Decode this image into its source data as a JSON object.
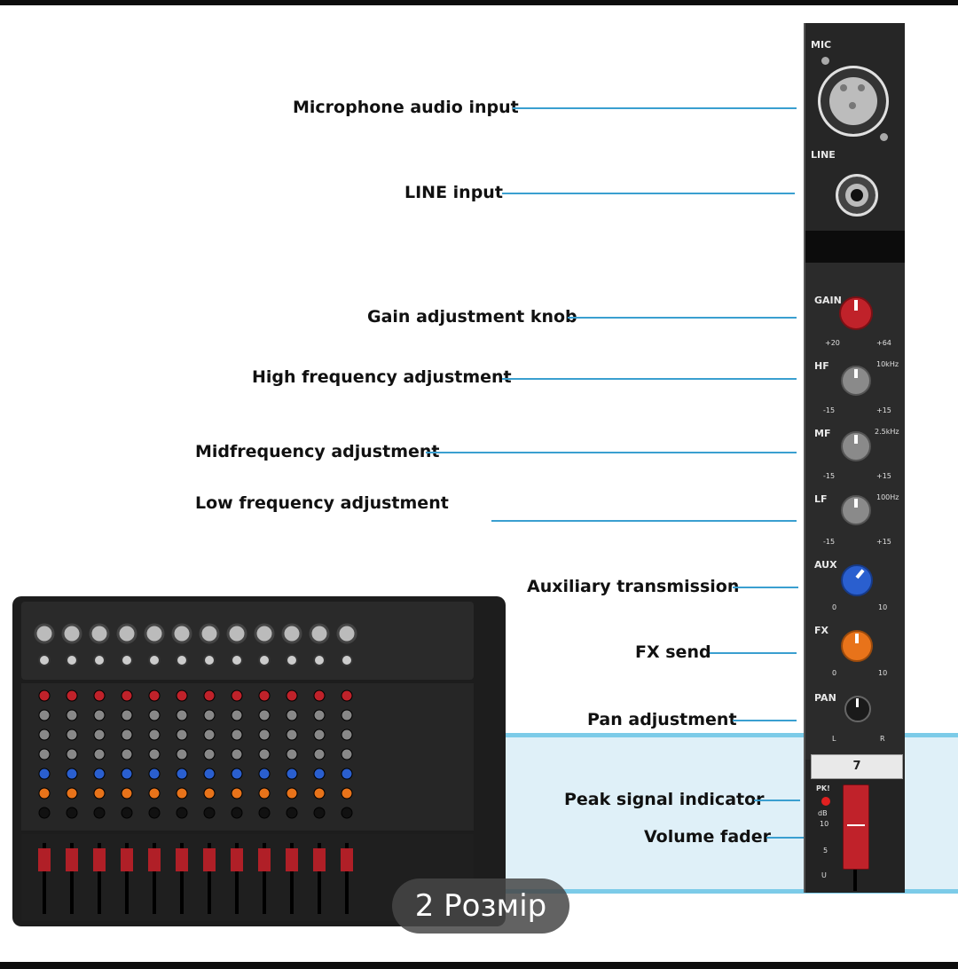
{
  "labels": {
    "microphone_audio_input": "Microphone audio input",
    "line_input": "LINE input",
    "gain_adjustment_knob": "Gain adjustment knob",
    "high_frequency_adjustment": "High frequency adjustment",
    "midfrequency_adjustment": "Midfrequency adjustment",
    "low_frequency_adjustment": "Low frequency adjustment",
    "auxiliary_transmission": "Auxiliary transmission",
    "fx_send": "FX send",
    "pan_adjustment": "Pan adjustment",
    "peak_signal_indicator": "Peak signal indicator",
    "volume_fader": "Volume fader"
  },
  "strip": {
    "mic": "MIC",
    "line": "LINE",
    "gain": "GAIN",
    "gain_min": "+20",
    "gain_max": "+64",
    "hf": "HF",
    "hf_freq": "10kHz",
    "mf": "MF",
    "mf_freq": "2.5kHz",
    "lf": "LF",
    "lf_freq": "100Hz",
    "eq_min": "-15",
    "eq_max": "+15",
    "aux": "AUX",
    "fx": "FX",
    "send_min": "0",
    "send_max": "10",
    "pan": "PAN",
    "pan_l": "L",
    "pan_r": "R",
    "channel_number": "7",
    "pk": "PK!",
    "db": "dB",
    "scale_10": "10",
    "scale_5": "5",
    "scale_u": "U"
  },
  "overlay": {
    "caption": "2 Розмір"
  },
  "colors": {
    "leader_line": "#3a9fd0",
    "gain_knob": "#c0222a",
    "aux_knob": "#2a5fcf",
    "fx_knob": "#e8731a",
    "fader_cap": "#c0222a"
  }
}
